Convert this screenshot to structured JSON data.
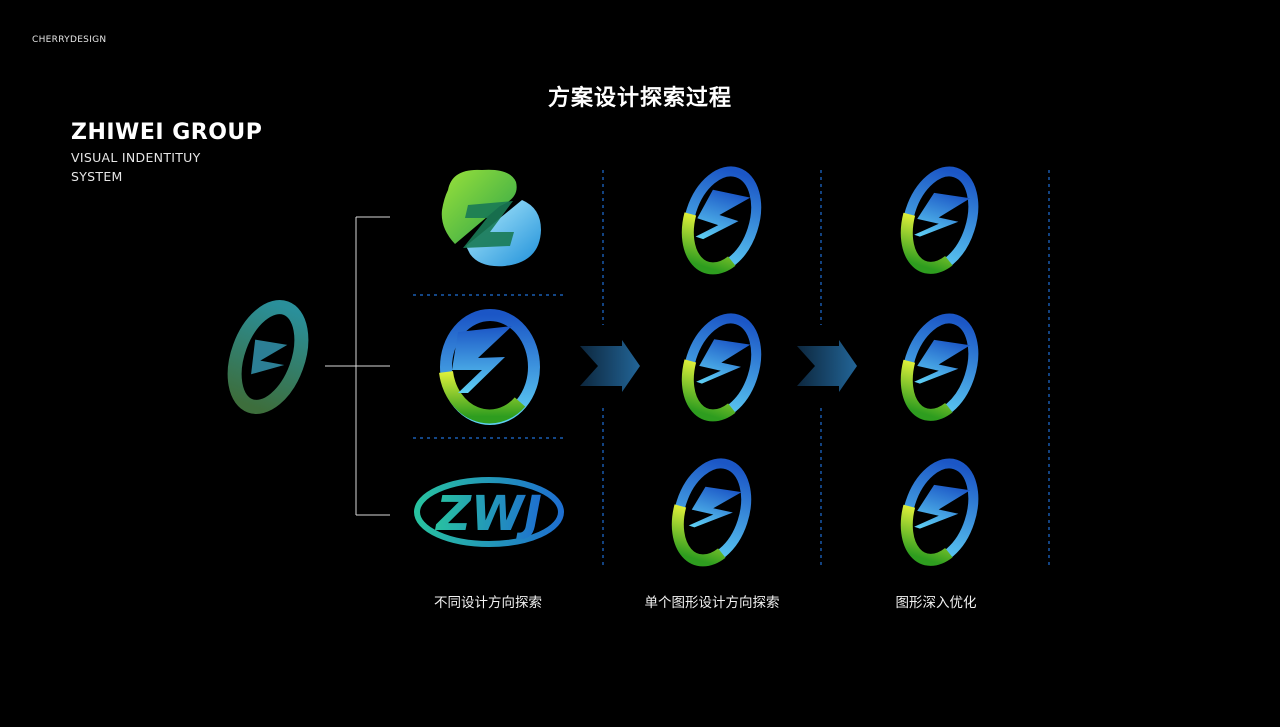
{
  "header": {
    "brand": "CHERRYDESIGN",
    "title": "方案设计探索过程"
  },
  "identity": {
    "company": "ZHIWEI GROUP",
    "subtitle_line1": "VISUAL INDENTITUY",
    "subtitle_line2": "SYSTEM"
  },
  "columns": [
    {
      "caption": "不同设计方向探索"
    },
    {
      "caption": "单个图形设计方向探索"
    },
    {
      "caption": "图形深入优化"
    }
  ],
  "logos": {
    "concept_text": "ZWJ"
  },
  "colors": {
    "background": "#000000",
    "divider_blue": "#1f6fd6",
    "arrow_blue": "#1c5a8a",
    "logo_blue": "#1e7fd8",
    "logo_green": "#7bd32a"
  }
}
